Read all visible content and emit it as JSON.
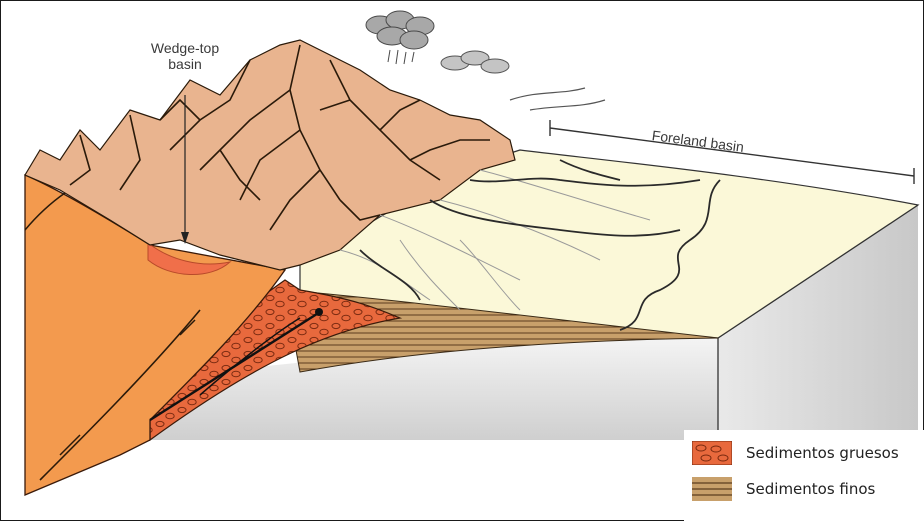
{
  "labels": {
    "wedge_top_line1": "Wedge-top",
    "wedge_top_line2": "basin",
    "foreland": "Foreland basin"
  },
  "legend": {
    "items": [
      {
        "label": "Sedimentos gruesos",
        "swatch": "coarse"
      },
      {
        "label": "Sedimentos finos",
        "swatch": "fine"
      }
    ]
  },
  "colors": {
    "mountain": "#e9b48f",
    "thrust_block": "#f39a4e",
    "coarse_sediment": "#e8693d",
    "fine_sediment": "#c8a06b",
    "plain": "#fbf8d8",
    "block_side": "#dcdcdc",
    "drainage": "#2a2a2a"
  }
}
